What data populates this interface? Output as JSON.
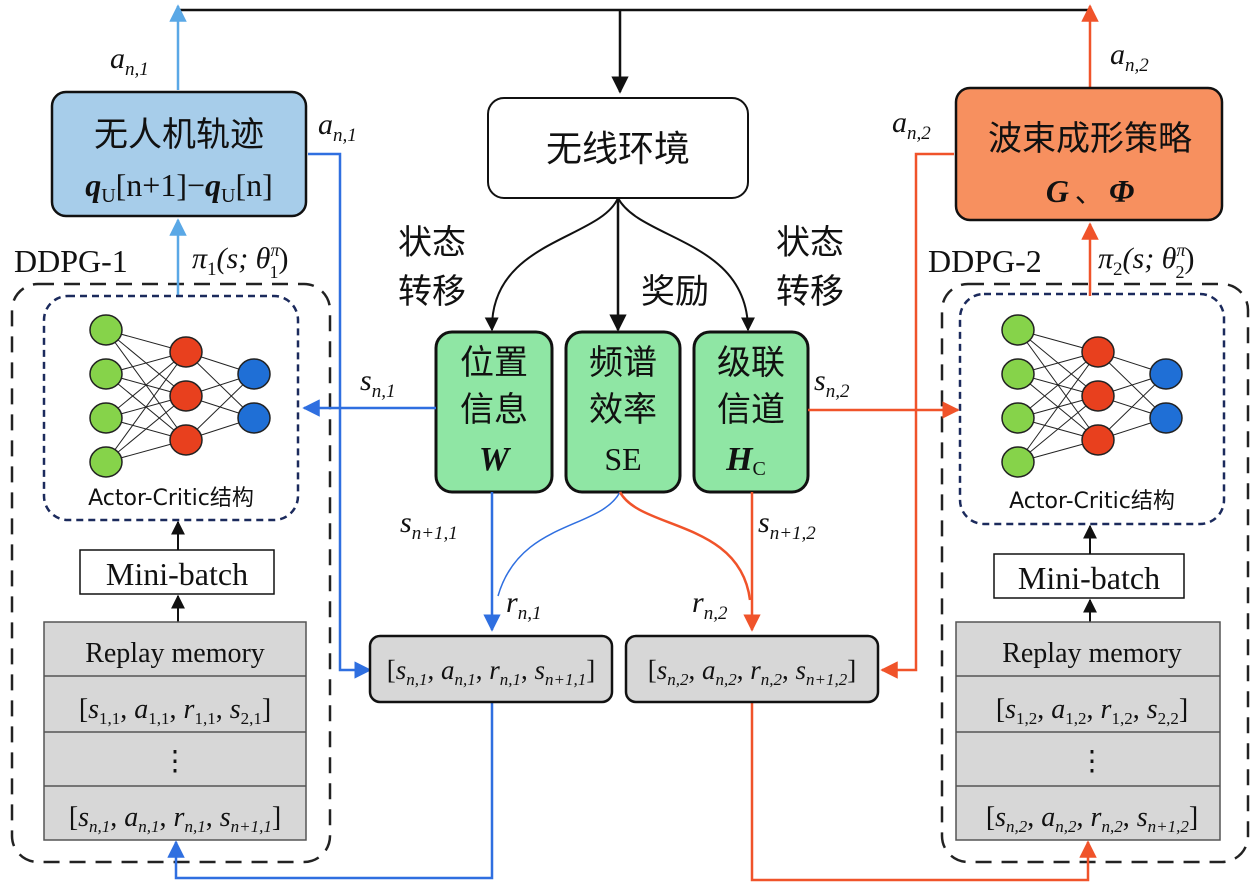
{
  "colors": {
    "blue_line": "#2f6fe0",
    "light_blue_line": "#5aa8e6",
    "red_line": "#f0532a",
    "uav_fill": "#a7cdea",
    "beam_fill": "#f7905f",
    "green_fill": "#8fe6a4",
    "grey_fill": "#d7d7d7",
    "dark_dash": "#1b2a5c",
    "node_green": "#86d34a",
    "node_red": "#e8401e",
    "node_blue": "#1f6fd6"
  },
  "env": {
    "label": "无线环境"
  },
  "transitions": {
    "state_left_1": "状态",
    "state_left_2": "转移",
    "reward": "奖励",
    "state_right_1": "状态",
    "state_right_2": "转移"
  },
  "state_boxes": {
    "position": {
      "line1": "位置",
      "line2": "信息",
      "symbol": "W"
    },
    "spectral": {
      "line1": "频谱",
      "line2": "效率",
      "symbol": "SE"
    },
    "cascade": {
      "line1": "级联",
      "line2": "信道",
      "symbol": "H",
      "sub": "C"
    }
  },
  "uav": {
    "title": "无人机轨迹",
    "formula_left": "q",
    "sub": "U",
    "formula_mid": "[n+1]−",
    "formula_right": "[n]"
  },
  "beam": {
    "title": "波束成形策略",
    "g": "G",
    "sep": "、",
    "phi": "Φ"
  },
  "agents": {
    "left": {
      "name": "DDPG-1",
      "policy": "π",
      "policy_sub": "1",
      "policy_args": "(s; θ",
      "policy_theta_sup": "π",
      "policy_theta_sub": "1",
      "policy_close": ")"
    },
    "right": {
      "name": "DDPG-2",
      "policy": "π",
      "policy_sub": "2",
      "policy_args": "(s; θ",
      "policy_theta_sup": "π",
      "policy_theta_sub": "2",
      "policy_close": ")"
    }
  },
  "actor_critic": "Actor-Critic结构",
  "minibatch": "Mini-batch",
  "replay": {
    "title": "Replay memory",
    "dots": "⋮",
    "left_rows": [
      "[s1,1, a1,1, r1,1, s2,1]",
      "[sn,1, an,1, rn,1, sn+1,1]"
    ],
    "right_rows": [
      "[s1,2, a1,2, r1,2, s2,2]",
      "[sn,2, an,2, rn,2, sn+1,2]"
    ]
  },
  "labels": {
    "a_n1": {
      "v": "a",
      "s": "n,1"
    },
    "a_n2": {
      "v": "a",
      "s": "n,2"
    },
    "s_n1": {
      "v": "s",
      "s": "n,1"
    },
    "s_n2": {
      "v": "s",
      "s": "n,2"
    },
    "s_next1": {
      "v": "s",
      "s": "n+1,1"
    },
    "s_next2": {
      "v": "s",
      "s": "n+1,2"
    },
    "r_n1": {
      "v": "r",
      "s": "n,1"
    },
    "r_n2": {
      "v": "r",
      "s": "n,2"
    }
  },
  "tuples": {
    "left": "[sn,1, an,1, rn,1, sn+1,1]",
    "right": "[sn,2, an,2, rn,2, sn+1,2]"
  }
}
